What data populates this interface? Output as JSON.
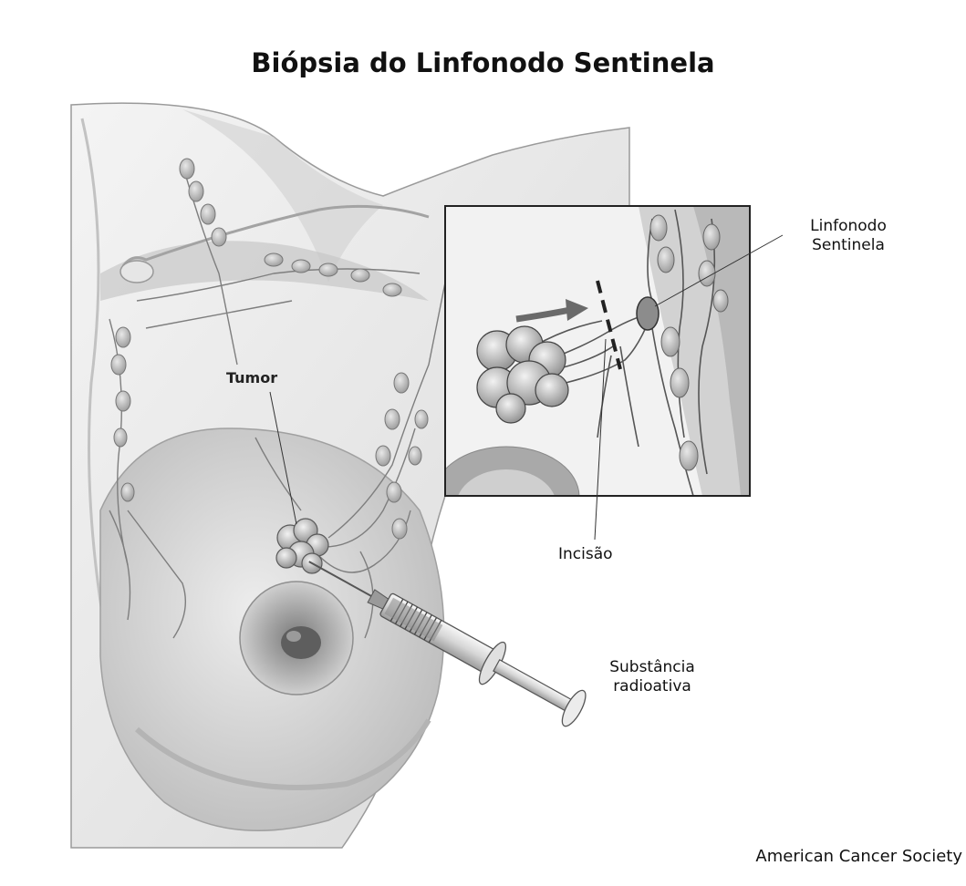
{
  "title": "Biópsia do Linfonodo Sentinela",
  "labels": {
    "tumor": "Tumor",
    "sentinel_node_line1": "Linfonodo",
    "sentinel_node_line2": "Sentinela",
    "incision": "Incisão",
    "radioactive_line1": "Substância",
    "radioactive_line2": "radioativa"
  },
  "credit": "American Cancer Society"
}
